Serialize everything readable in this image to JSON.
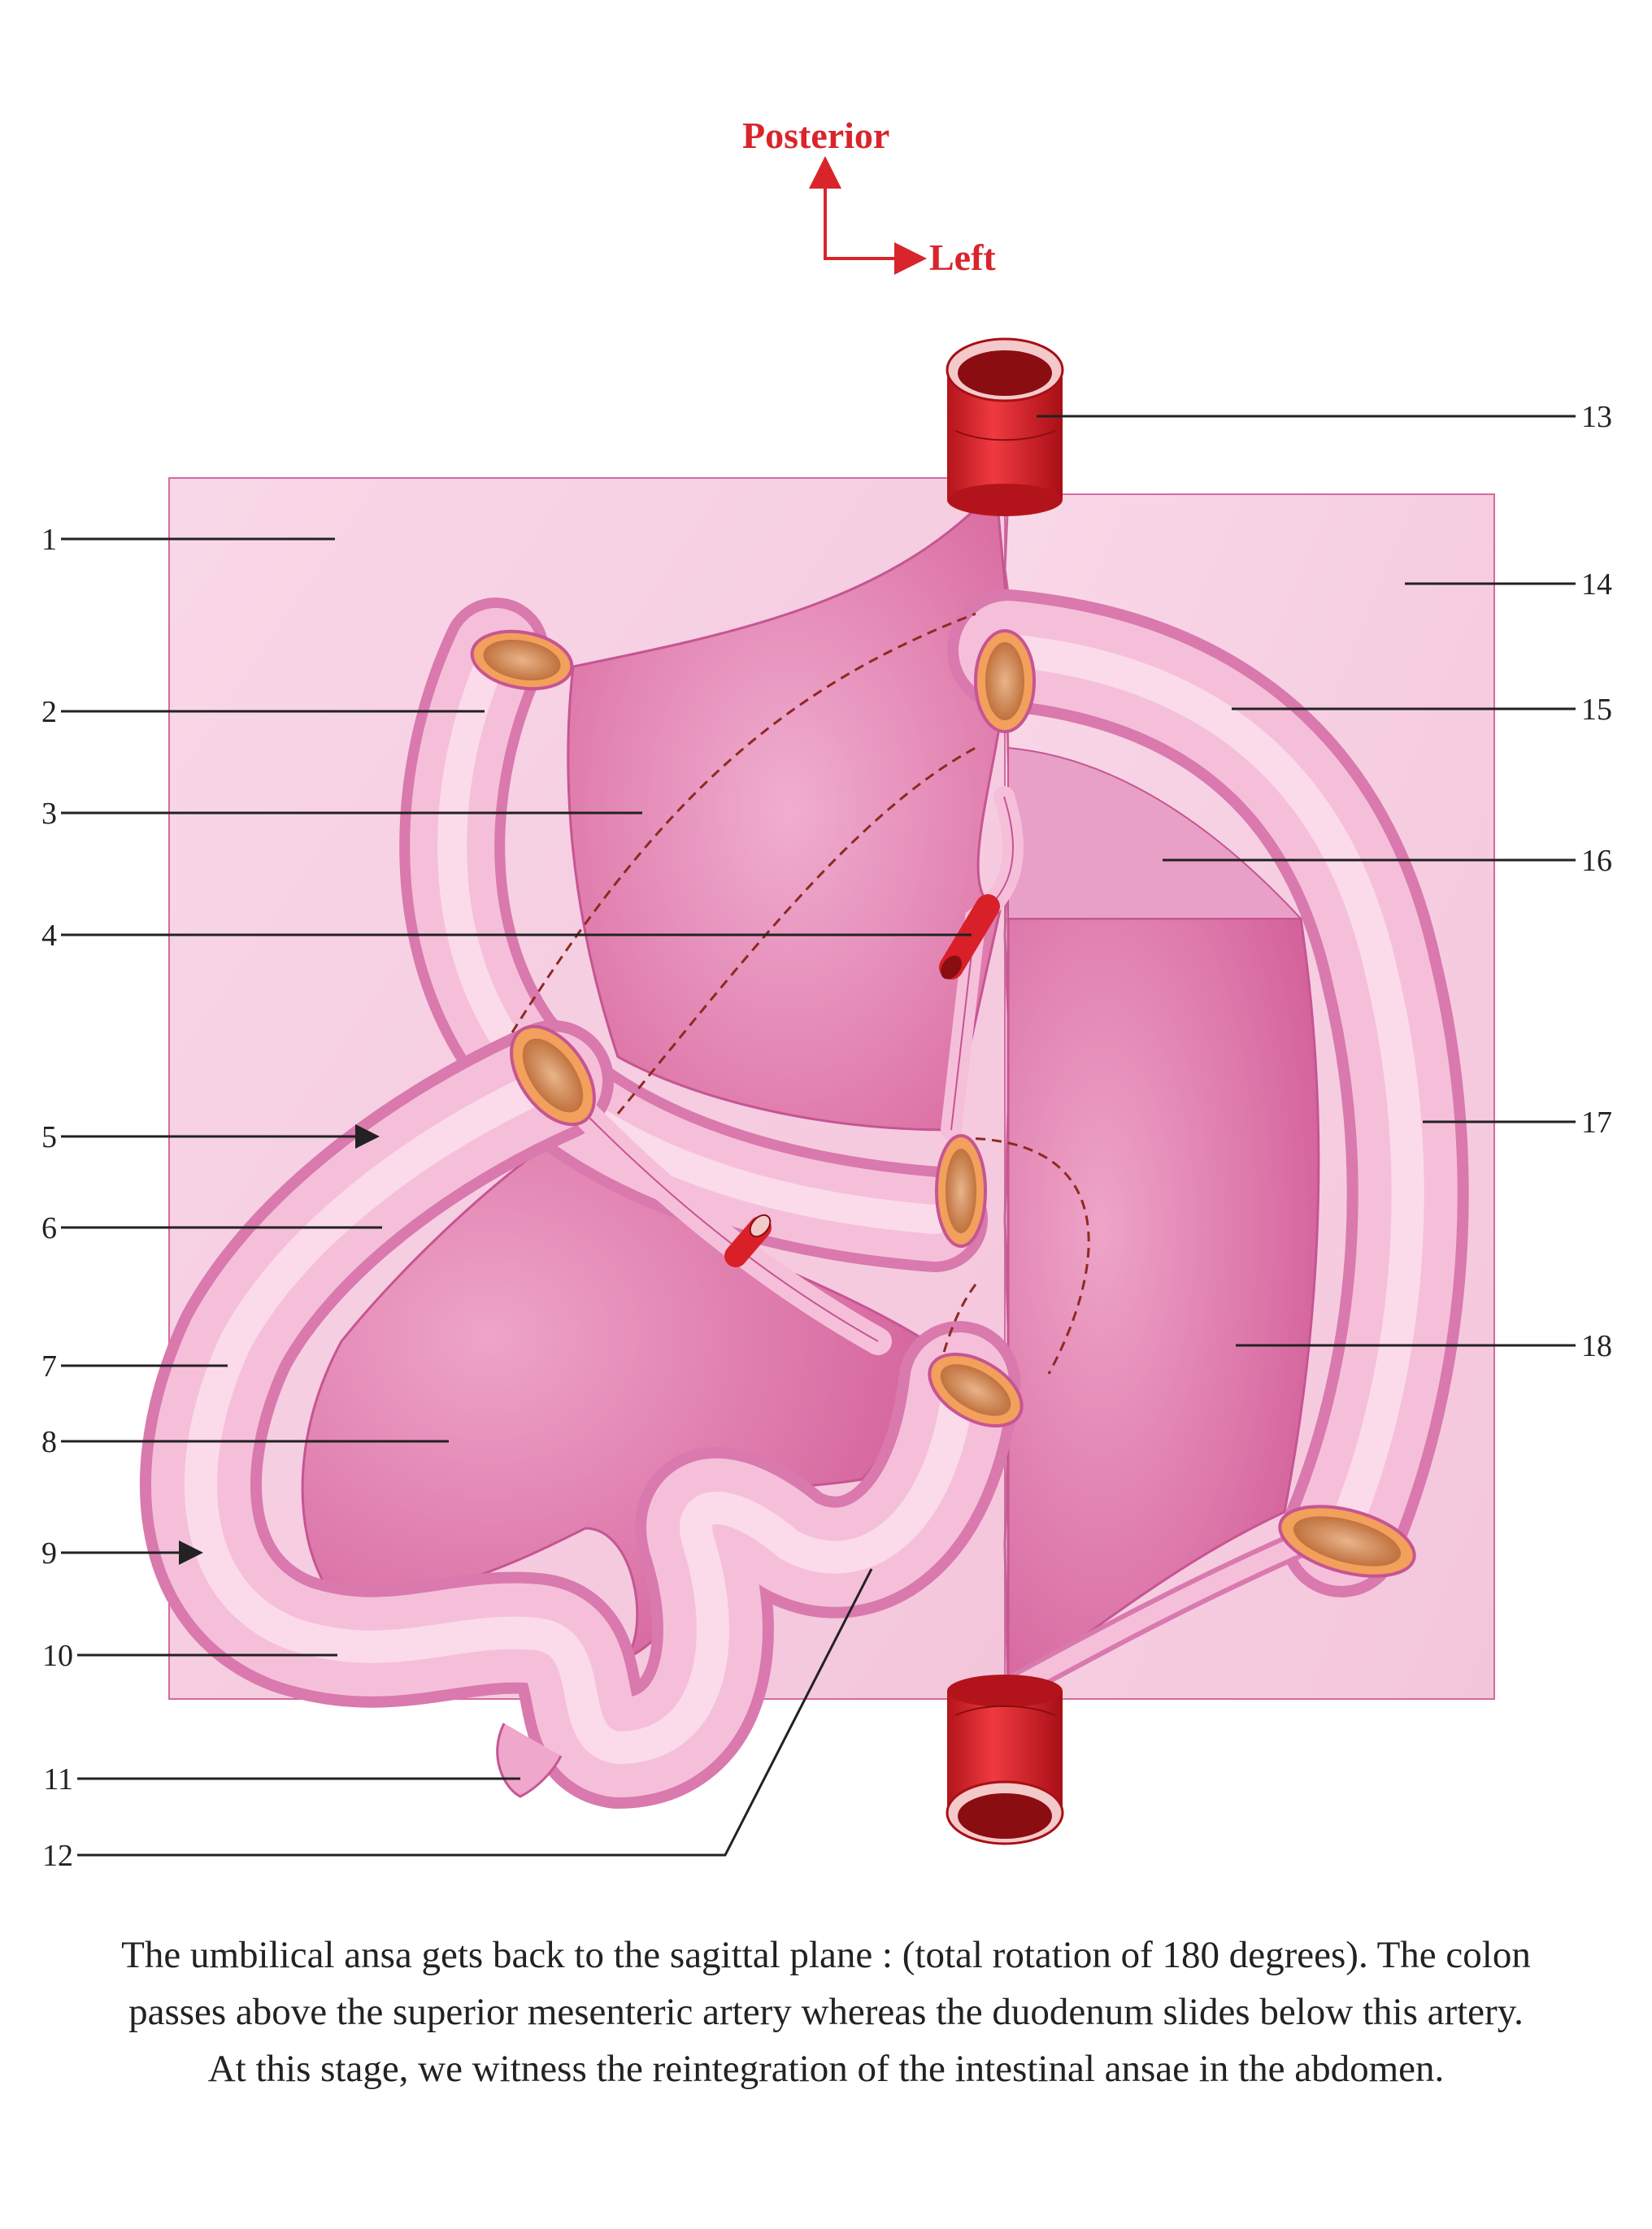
{
  "orientation": {
    "up_label": "Posterior",
    "right_label": "Left"
  },
  "labels": {
    "left": [
      "1",
      "2",
      "3",
      "4",
      "5",
      "6",
      "7",
      "8",
      "9",
      "10",
      "11",
      "12"
    ],
    "right": [
      "13",
      "14",
      "15",
      "16",
      "17",
      "18"
    ]
  },
  "caption": {
    "line1": "The umbilical ansa gets back to the sagittal plane : (total rotation of 180 degrees). The colon",
    "line2": "passes above the superior mesenteric artery whereas the duodenum slides below this artery.",
    "line3": "At this stage, we witness the reintegration of the intestinal ansae in the abdomen."
  },
  "colors": {
    "background_plane": "#f6cfe2",
    "mesentery": "#e690bd",
    "intestine": "#efa7cc",
    "artery": "#d92028",
    "lumen": "#c7793b",
    "dashed": "#8c2a20",
    "orientation": "#d9242b"
  }
}
